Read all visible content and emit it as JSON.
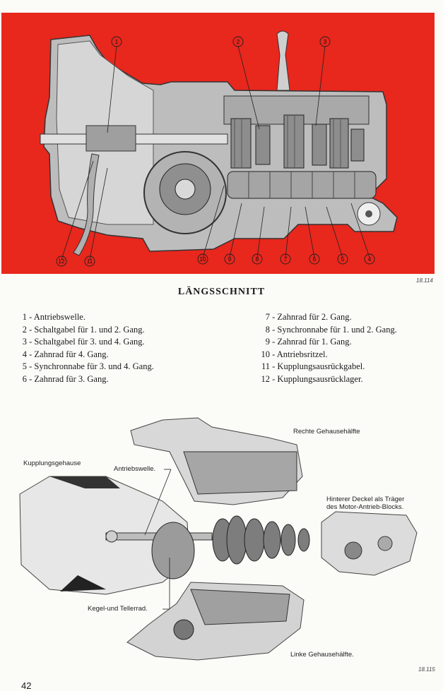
{
  "top_figure": {
    "fig_number": "18.114",
    "callouts": [
      "1",
      "2",
      "3",
      "4",
      "5",
      "6",
      "7",
      "8",
      "9",
      "10",
      "11",
      "12"
    ]
  },
  "section_title": "LÄNGSSCHNITT",
  "legend_left": [
    {
      "num": "1",
      "text": "Antriebswelle."
    },
    {
      "num": "2",
      "text": "Schaltgabel für 1. und 2. Gang."
    },
    {
      "num": "3",
      "text": "Schaltgabel für 3. und 4. Gang."
    },
    {
      "num": "4",
      "text": "Zahnrad für 4. Gang."
    },
    {
      "num": "5",
      "text": "Synchronnabe für 3. und 4. Gang."
    },
    {
      "num": "6",
      "text": "Zahnrad für 3. Gang."
    }
  ],
  "legend_right": [
    {
      "num": "7",
      "text": "Zahnrad für 2. Gang."
    },
    {
      "num": "8",
      "text": "Synchronnabe für 1. und 2. Gang."
    },
    {
      "num": "9",
      "text": "Zahnrad für 1. Gang."
    },
    {
      "num": "10",
      "text": "Antriebsritzel."
    },
    {
      "num": "11",
      "text": "Kupplungsausrückgabel."
    },
    {
      "num": "12",
      "text": "Kupplungsausrücklager."
    }
  ],
  "lower_figure": {
    "fig_number": "18.115",
    "labels": {
      "right_half": "Rechte Gehausehälfte",
      "clutch_housing": "Kupplungsgehause",
      "drive_shaft": "Antriebswelle.",
      "rear_cover_1": "Hinterer Deckel als Träger",
      "rear_cover_2": "des Motor-Antrieb-Blocks.",
      "bevel_gear": "Kegel-und Tellerrad.",
      "left_half": "Linke Gehausehälfte."
    }
  },
  "page_number": "42"
}
